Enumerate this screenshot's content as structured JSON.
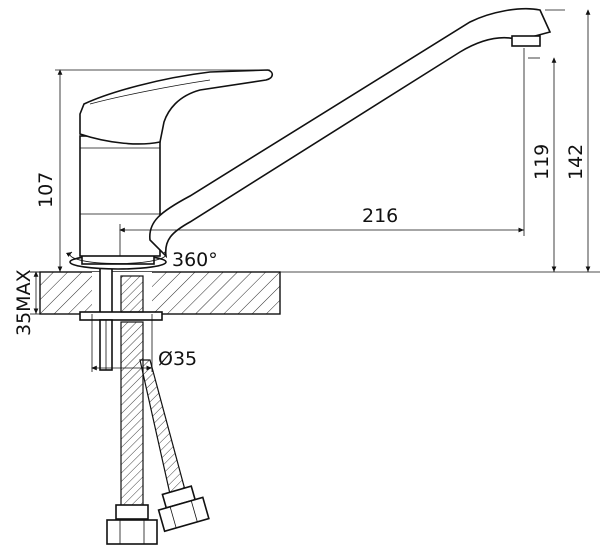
{
  "dimensions": {
    "spout_reach": "216",
    "spout_height": "119",
    "total_height": "142",
    "body_height": "107",
    "rotation": "360°",
    "max_counter_thickness": "35MAX",
    "hole_diameter": "Ø35"
  }
}
